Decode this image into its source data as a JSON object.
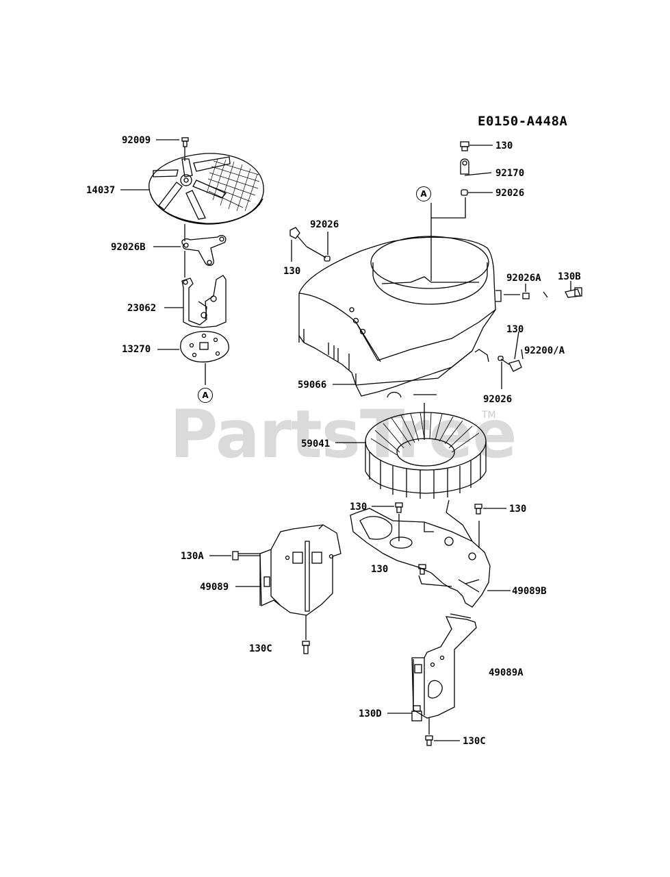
{
  "diagram_code": "E0150-A448A",
  "watermark": {
    "text": "PartsTree",
    "trademark": "TM"
  },
  "reference_marker": "A",
  "part_labels": {
    "p92009": "92009",
    "p14037": "14037",
    "p92026B": "92026B",
    "p23062": "23062",
    "p13270": "13270",
    "p130_top": "130",
    "p92170": "92170",
    "p92026_top": "92026",
    "p92026_left": "92026",
    "p130_left": "130",
    "p92026A": "92026A",
    "p130B": "130B",
    "p130_right": "130",
    "p92200A": "92200/A",
    "p92026_right": "92026",
    "p59066": "59066",
    "p59041": "59041",
    "p130_mid_left": "130",
    "p130_mid_right": "130",
    "p130A": "130A",
    "p130_center": "130",
    "p49089": "49089",
    "p49089B": "49089B",
    "p130C_left": "130C",
    "p49089A": "49089A",
    "p130D": "130D",
    "p130C_bottom": "130C"
  }
}
